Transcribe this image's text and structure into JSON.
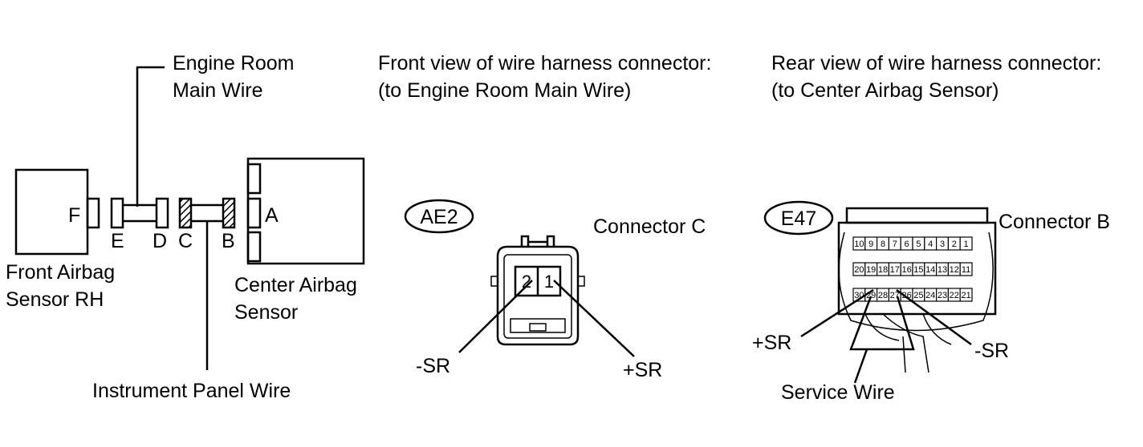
{
  "left": {
    "engine_room_wire_line1": "Engine Room",
    "engine_room_wire_line2": "Main Wire",
    "front_sensor_line1": "Front Airbag",
    "front_sensor_line2": "Sensor RH",
    "center_sensor_line1": "Center Airbag",
    "center_sensor_line2": "Sensor",
    "instrument_panel_wire": "Instrument Panel Wire",
    "letter_f": "F",
    "letter_e": "E",
    "letter_d": "D",
    "letter_c": "C",
    "letter_b": "B",
    "letter_a": "A"
  },
  "middle": {
    "title_line1": "Front view of wire harness connector:",
    "title_line2": "(to Engine Room Main Wire)",
    "code": "AE2",
    "connector_name": "Connector C",
    "pin_2": "2",
    "pin_1": "1",
    "minus_label": "-SR",
    "plus_label": "+SR"
  },
  "right": {
    "title_line1": "Rear view of wire harness connector:",
    "title_line2": "(to Center Airbag Sensor)",
    "code": "E47",
    "connector_name": "Connector B",
    "plus_label": "+SR",
    "minus_label": "-SR",
    "service_wire": "Service Wire",
    "pins_row1": [
      "10",
      "9",
      "8",
      "7",
      "6",
      "5",
      "4",
      "3",
      "2",
      "1"
    ],
    "pins_row2": [
      "20",
      "19",
      "18",
      "17",
      "16",
      "15",
      "14",
      "13",
      "12",
      "11"
    ],
    "pins_row3": [
      "30",
      "29",
      "28",
      "27",
      "26",
      "25",
      "24",
      "23",
      "22",
      "21"
    ]
  }
}
